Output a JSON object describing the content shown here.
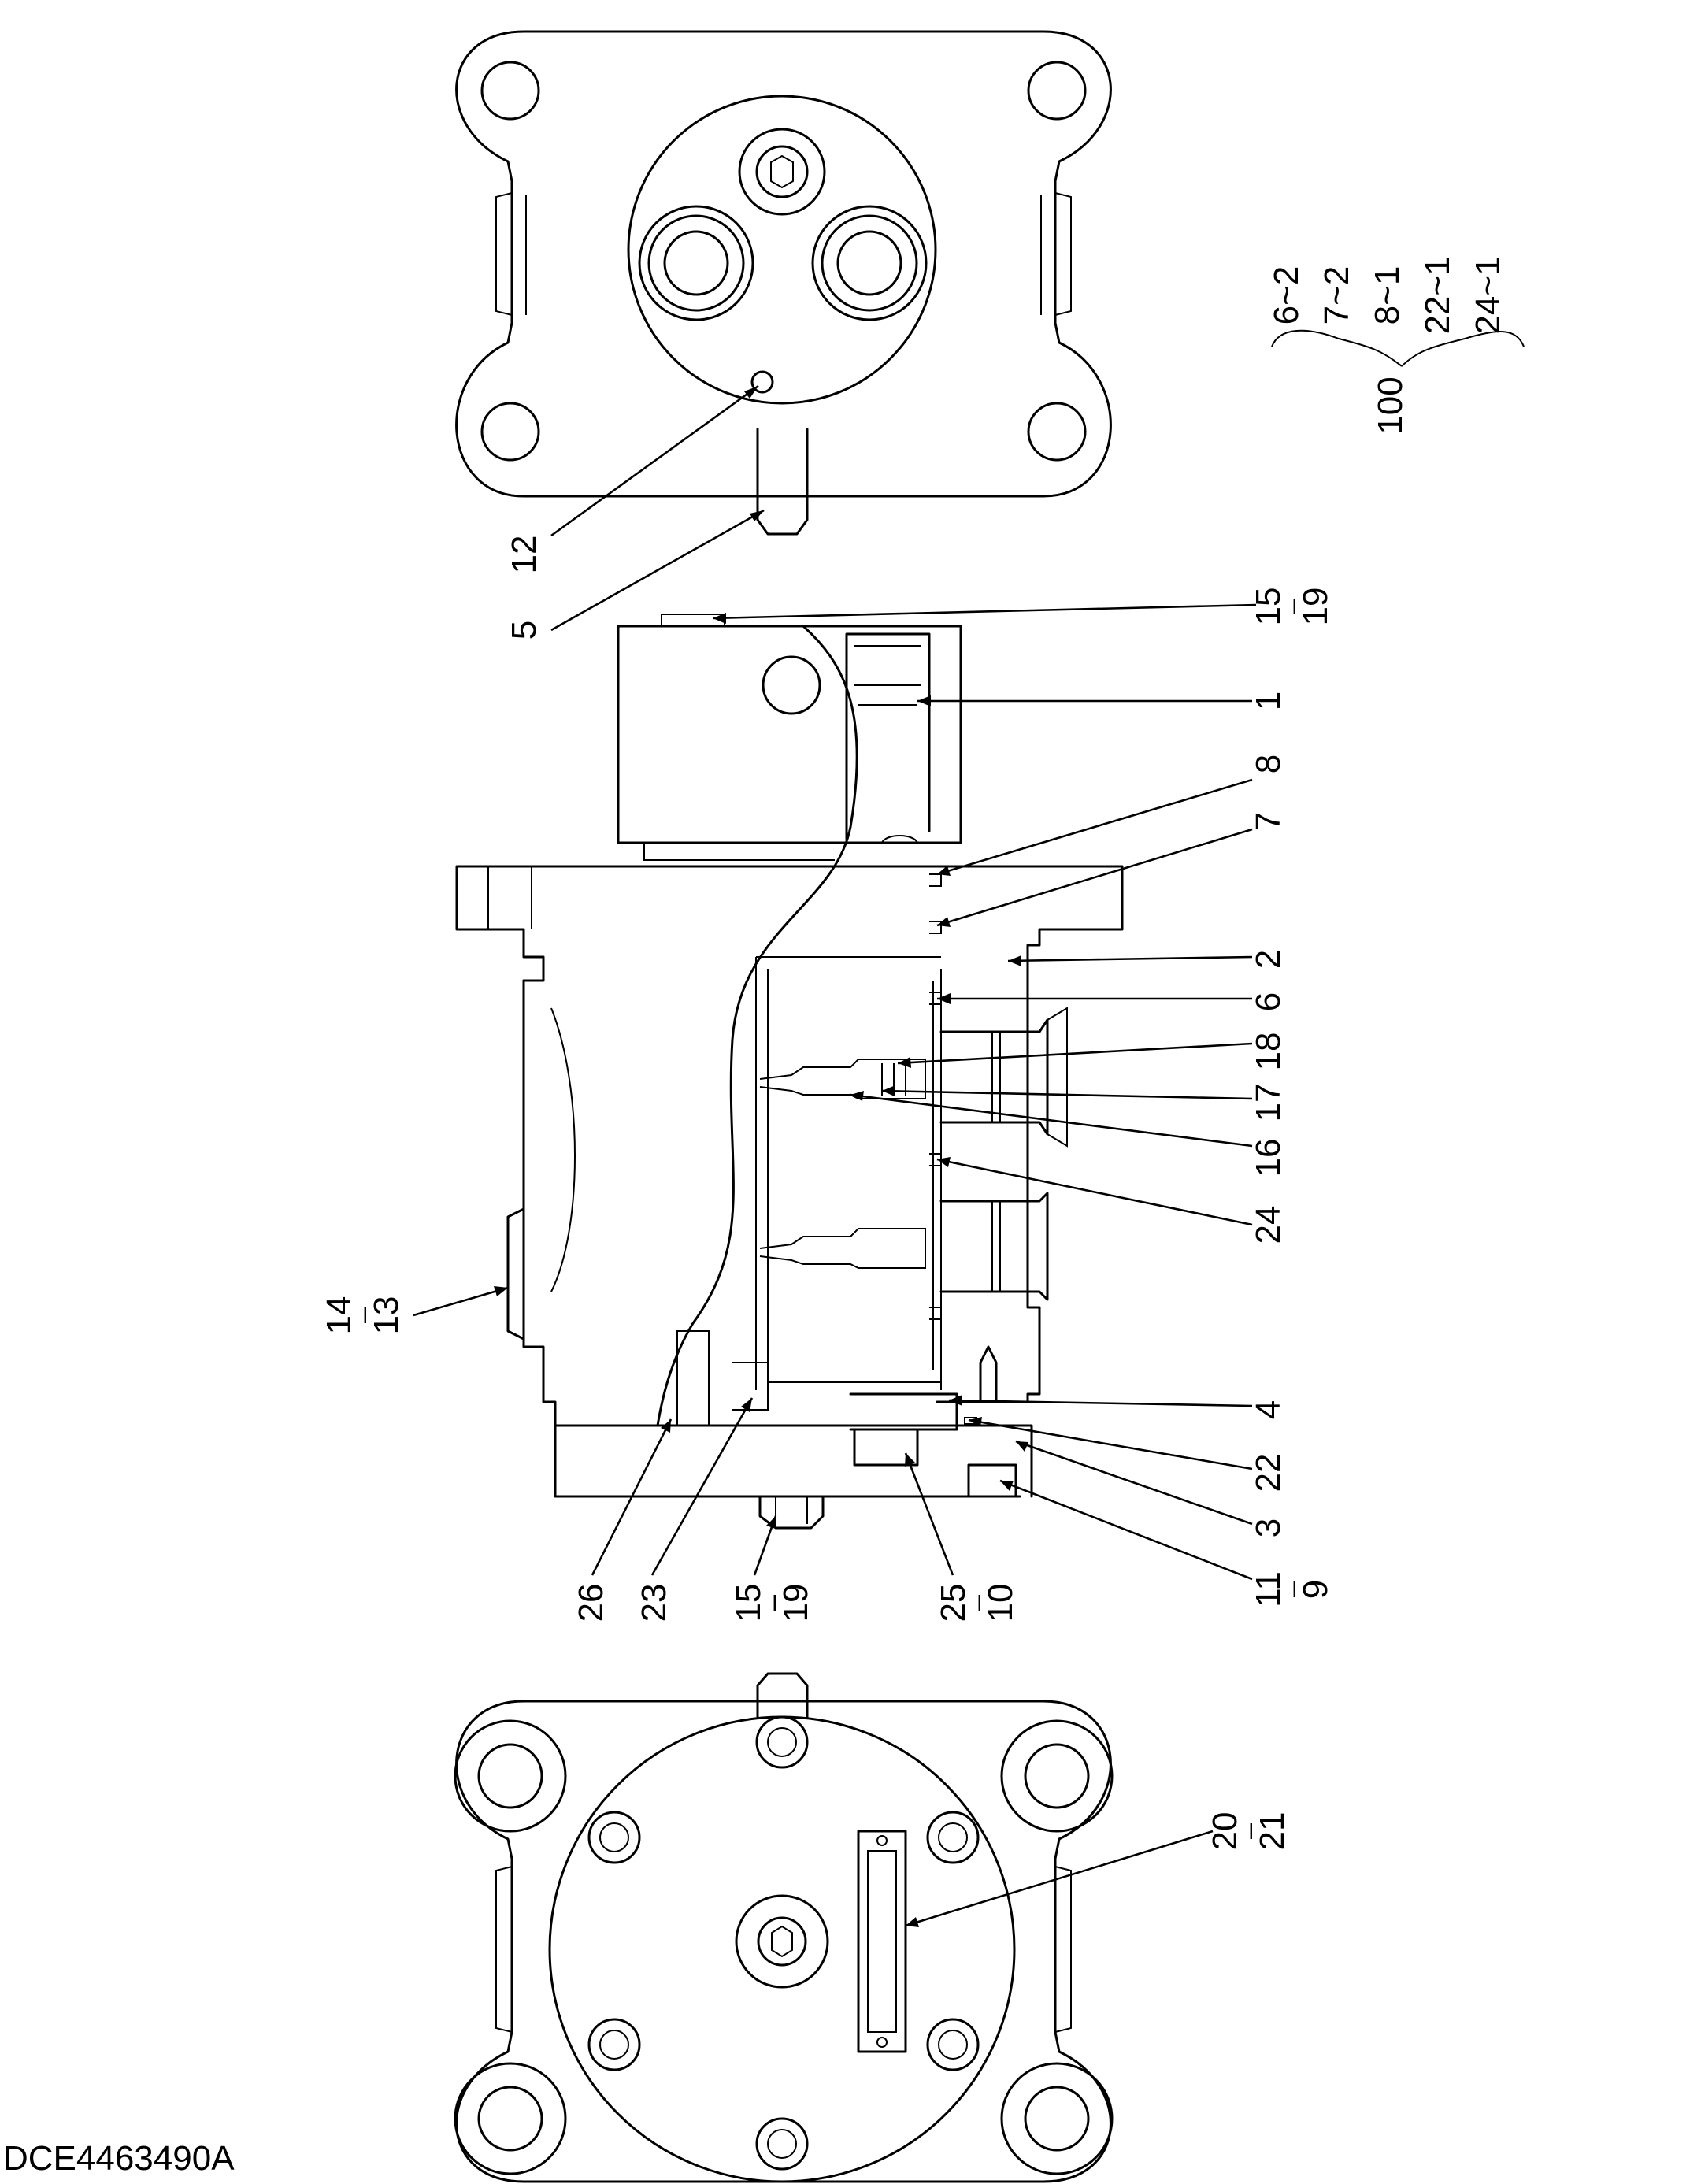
{
  "drawing_code": "DCE4463490A",
  "callouts": [
    {
      "id": "c12",
      "lines": [
        "12"
      ]
    },
    {
      "id": "c5",
      "lines": [
        "5"
      ]
    },
    {
      "id": "c15a",
      "lines": [
        "15",
        "19"
      ]
    },
    {
      "id": "c1",
      "lines": [
        "1"
      ]
    },
    {
      "id": "c8",
      "lines": [
        "8"
      ]
    },
    {
      "id": "c7",
      "lines": [
        "7"
      ]
    },
    {
      "id": "c2",
      "lines": [
        "2"
      ]
    },
    {
      "id": "c6",
      "lines": [
        "6"
      ]
    },
    {
      "id": "c18",
      "lines": [
        "18"
      ]
    },
    {
      "id": "c17",
      "lines": [
        "17"
      ]
    },
    {
      "id": "c16",
      "lines": [
        "16"
      ]
    },
    {
      "id": "c24",
      "lines": [
        "24"
      ]
    },
    {
      "id": "c14",
      "lines": [
        "14",
        "13"
      ]
    },
    {
      "id": "c4",
      "lines": [
        "4"
      ]
    },
    {
      "id": "c22",
      "lines": [
        "22"
      ]
    },
    {
      "id": "c3",
      "lines": [
        "3"
      ]
    },
    {
      "id": "c11",
      "lines": [
        "11",
        "9"
      ]
    },
    {
      "id": "c25",
      "lines": [
        "25",
        "10"
      ]
    },
    {
      "id": "c15b",
      "lines": [
        "15",
        "19"
      ]
    },
    {
      "id": "c23",
      "lines": [
        "23"
      ]
    },
    {
      "id": "c26",
      "lines": [
        "26"
      ]
    },
    {
      "id": "c20",
      "lines": [
        "20",
        "21"
      ]
    }
  ],
  "kit_group": {
    "label": "100",
    "items": [
      "6~2",
      "7~2",
      "8~1",
      "22~1",
      "24~1"
    ]
  },
  "colors": {
    "ink": "#000000",
    "paper": "#ffffff"
  }
}
